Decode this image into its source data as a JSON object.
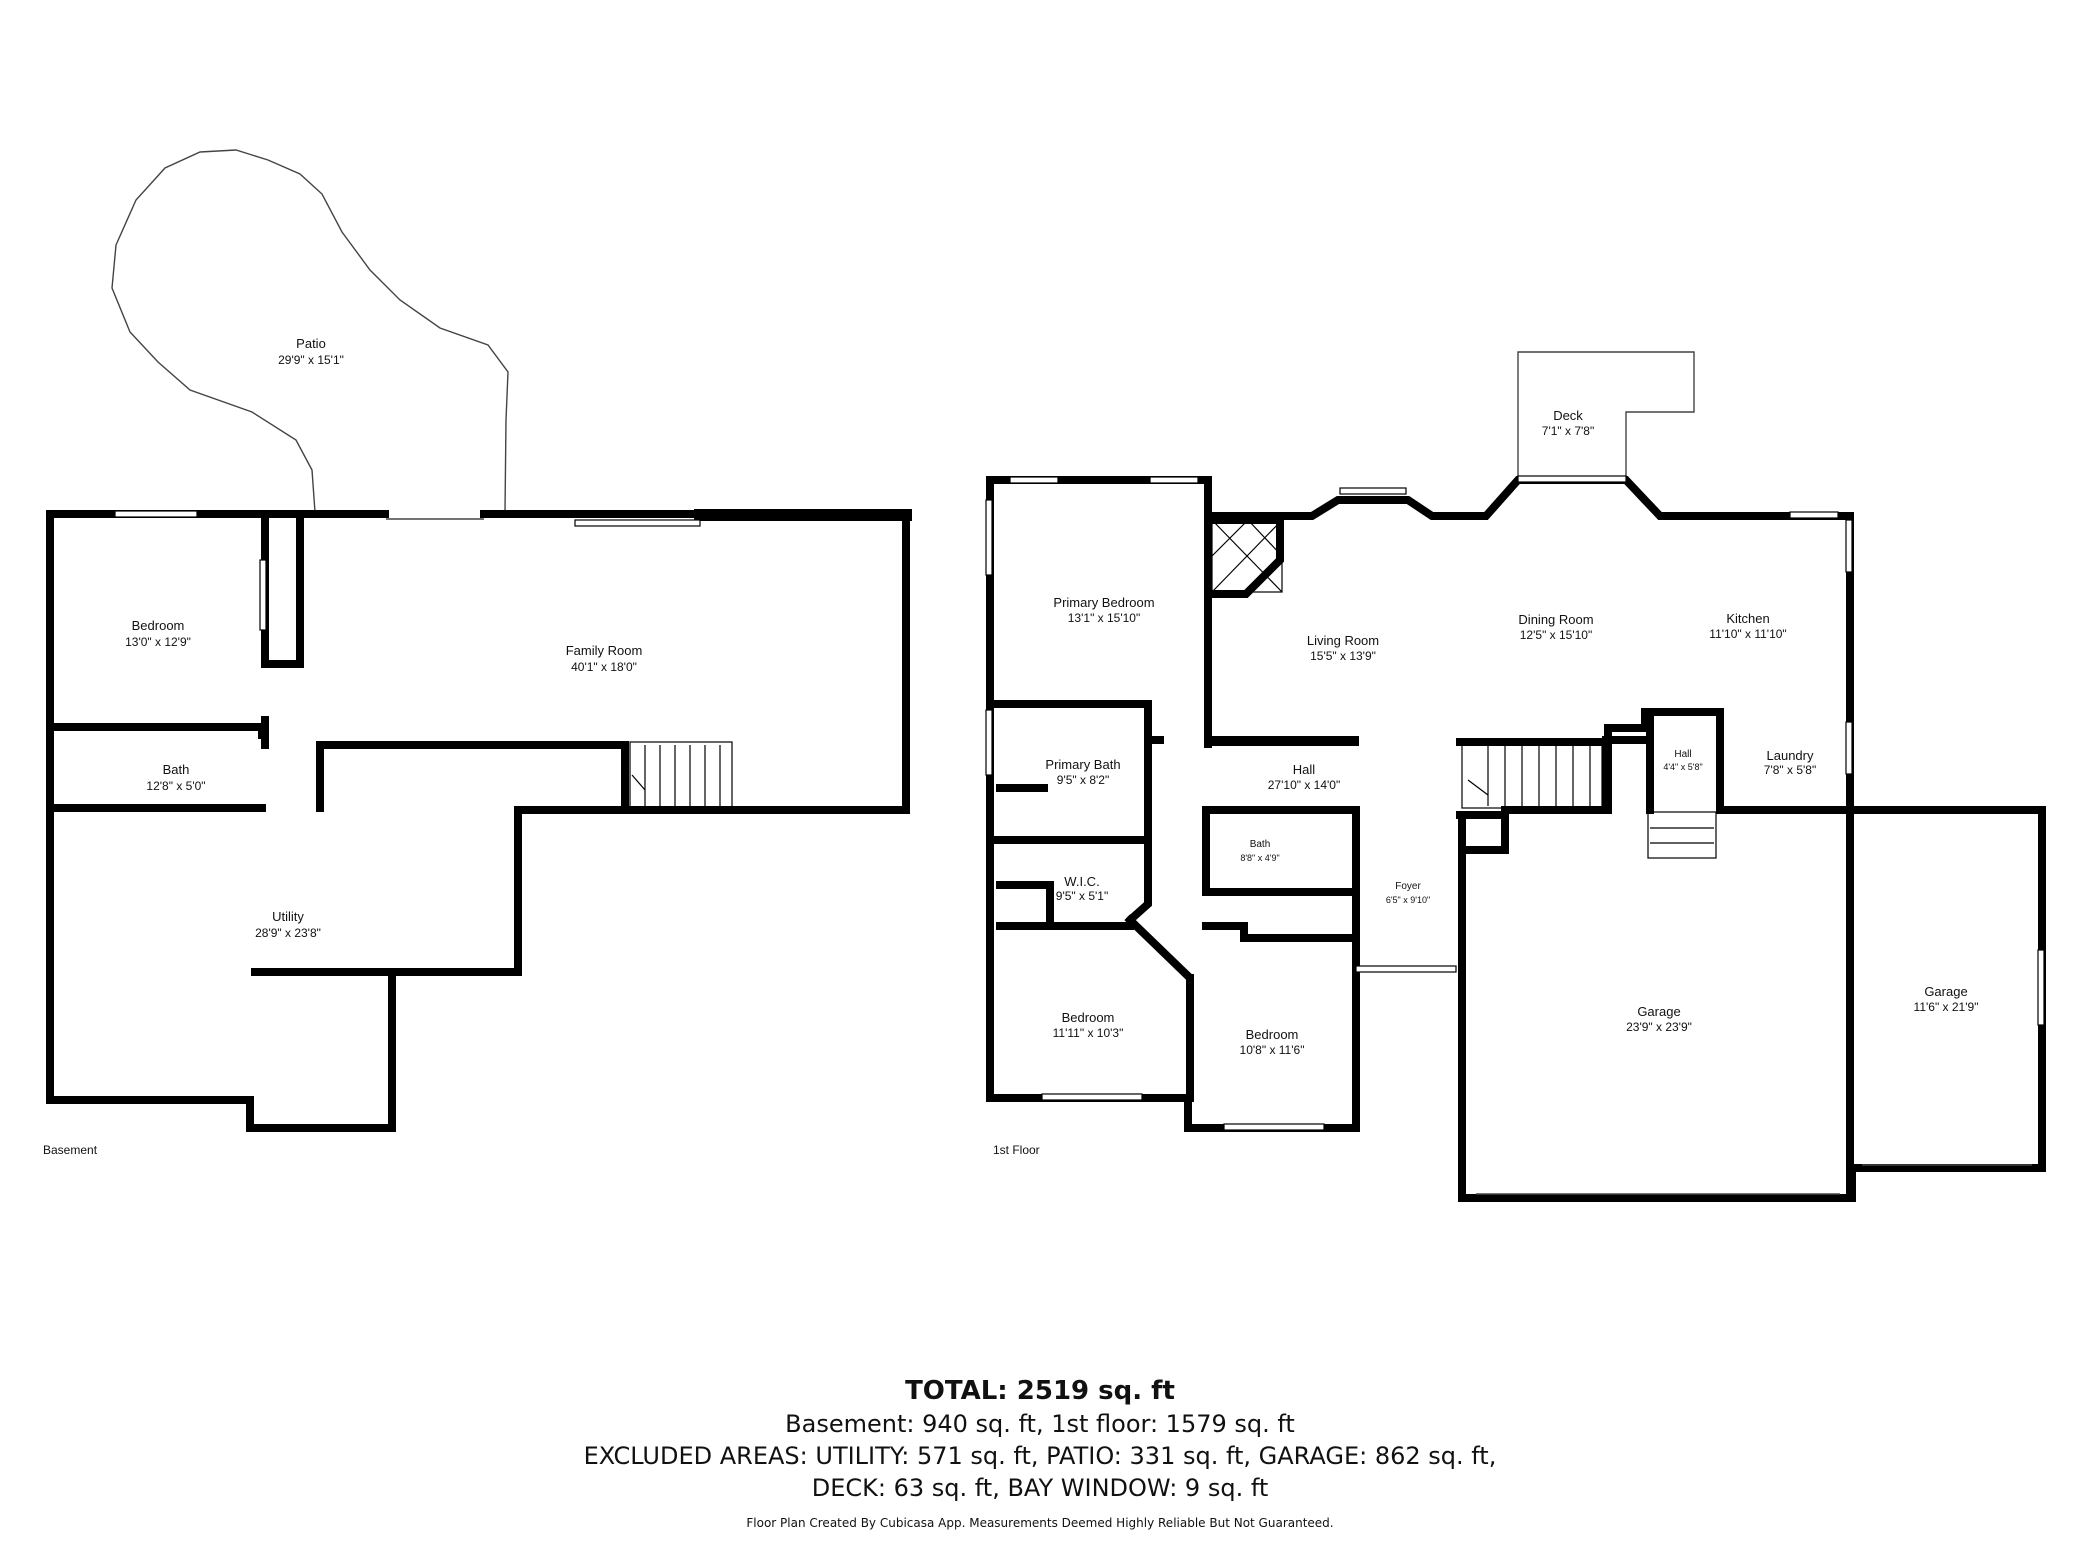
{
  "basement": {
    "label": "Basement",
    "rooms": {
      "patio": {
        "name": "Patio",
        "dims": "29'9\" x 15'1\""
      },
      "bedroom": {
        "name": "Bedroom",
        "dims": "13'0\" x 12'9\""
      },
      "family_room": {
        "name": "Family Room",
        "dims": "40'1\" x 18'0\""
      },
      "bath": {
        "name": "Bath",
        "dims": "12'8\" x 5'0\""
      },
      "utility": {
        "name": "Utility",
        "dims": "28'9\" x 23'8\""
      }
    }
  },
  "first_floor": {
    "label": "1st Floor",
    "rooms": {
      "deck": {
        "name": "Deck",
        "dims": "7'1\" x 7'8\""
      },
      "primary_bedroom": {
        "name": "Primary Bedroom",
        "dims": "13'1\" x 15'10\""
      },
      "living_room": {
        "name": "Living Room",
        "dims": "15'5\" x 13'9\""
      },
      "dining_room": {
        "name": "Dining Room",
        "dims": "12'5\" x 15'10\""
      },
      "kitchen": {
        "name": "Kitchen",
        "dims": "11'10\" x 11'10\""
      },
      "primary_bath": {
        "name": "Primary Bath",
        "dims": "9'5\" x 8'2\""
      },
      "hall": {
        "name": "Hall",
        "dims": "27'10\" x 14'0\""
      },
      "hall_small": {
        "name": "Hall",
        "dims": "4'4\" x 5'8\""
      },
      "laundry": {
        "name": "Laundry",
        "dims": "7'8\" x 5'8\""
      },
      "bath": {
        "name": "Bath",
        "dims": "8'8\" x 4'9\""
      },
      "wic": {
        "name": "W.I.C.",
        "dims": "9'5\" x 5'1\""
      },
      "foyer": {
        "name": "Foyer",
        "dims": "6'5\" x 9'10\""
      },
      "bedroom_1": {
        "name": "Bedroom",
        "dims": "11'11\" x 10'3\""
      },
      "bedroom_2": {
        "name": "Bedroom",
        "dims": "10'8\" x 11'6\""
      },
      "garage_1": {
        "name": "Garage",
        "dims": "23'9\" x 23'9\""
      },
      "garage_2": {
        "name": "Garage",
        "dims": "11'6\" x 21'9\""
      }
    }
  },
  "summary": {
    "total": "TOTAL: 2519 sq. ft",
    "line1": "Basement: 940 sq. ft, 1st floor: 1579 sq. ft",
    "line2": "EXCLUDED AREAS: UTILITY: 571 sq. ft, PATIO: 331 sq. ft, GARAGE: 862 sq. ft,",
    "line3": "DECK: 63 sq. ft, BAY WINDOW: 9 sq. ft",
    "disclaimer": "Floor Plan Created By Cubicasa App. Measurements Deemed Highly Reliable But Not Guaranteed."
  }
}
